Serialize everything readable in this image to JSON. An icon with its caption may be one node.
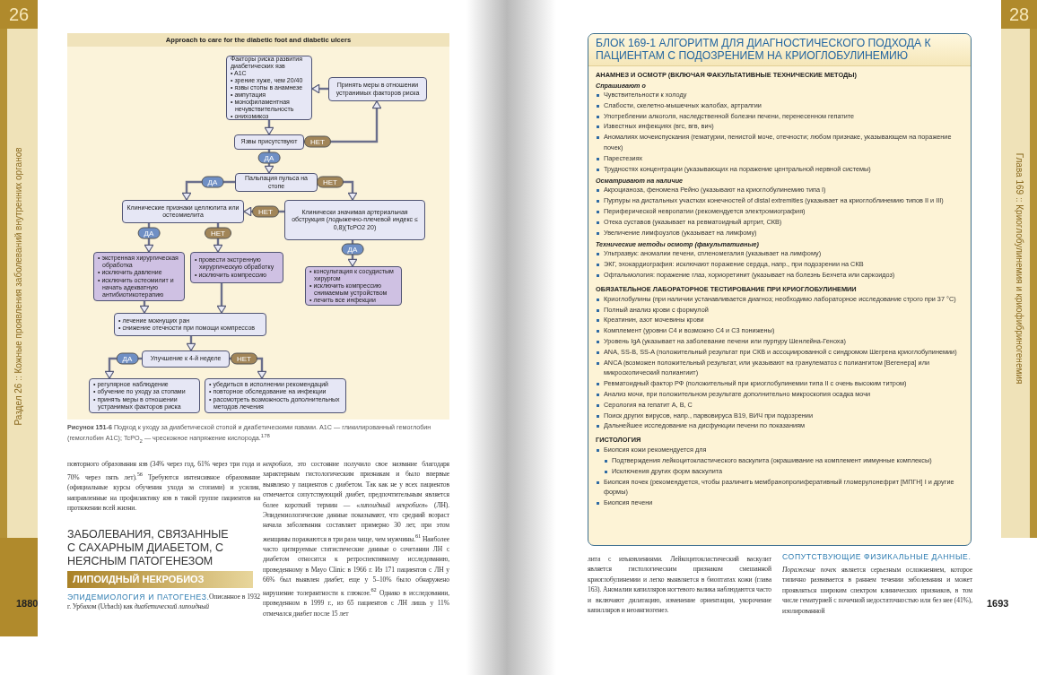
{
  "diagram": {
    "caption": "**Рисунок 151-6** Подход к уходу за диабетической стопой и диабетическими язвами. A1C — гликилированный гемоглобин (гемоглобин A1C); TcPO$_{2}$ — чрескожное напряжение кислорода.$^{178}$",
    "nodes": [
      {
        "text": [
          "Approach to care for the diabetic foot and diabetic ulcers"
        ]
      },
      {
        "text": [
          "Факторы риска развития диабетических язв",
          "• A1C",
          "• зрение хуже, чем 20/40",
          "• язвы стопы в анамнезе",
          "• ампутация",
          "• монофиламентная нечувствительность",
          "• онихомикоз"
        ],
        "in": 0
      },
      {
        "text": [
          "Принять меры в отношении устранимых факторов риска"
        ],
        "in": 0
      },
      {
        "text": [
          "Язвы присутствуют"
        ],
        "in": 0
      },
      {
        "text": [
          "Пальпация пульса на стопе"
        ],
        "in": 0
      },
      {
        "text": [
          "Клинические признаки целлюлита или остеомиелита"
        ],
        "in": 0
      },
      {
        "text": [
          "Клинически значимая артериальная обструкция (лодыжечно-плечевой индекс ≤ 0,8)(TcPO2 20)"
        ],
        "in": 0
      },
      {
        "text": [
          "• экстренная хирургическая обработка",
          "• исключить давление",
          "• исключить остеомилит и начать адекватную антибиотикотерапию"
        ],
        "in": 0
      },
      {
        "text": [
          "• провести экстренную хирургическую обработку",
          "• исключить компрессию"
        ],
        "in": 0
      },
      {
        "text": [
          "• консультация к сосудистым хирургом",
          "• исключить компрессию снимаемым устройством",
          "• лечить все инфекции"
        ],
        "in": 0
      },
      {
        "text": [
          "• лечение мокнущих ран",
          "• снижение отечности при помощи компрессов"
        ],
        "in": 0
      },
      {
        "text": [
          "Улучшение к 4-й неделе"
        ],
        "in": 0
      },
      {
        "text": [
          "• регулярное наблюдение",
          "• обучение по уходу за стопами",
          "• принять меры в отношении устранимых факторов риска"
        ],
        "in": 0
      },
      {
        "text": [
          "• убедиться в исполнении рекомендаций",
          "• повторное обследование на инфекции",
          "• рассмотреть возможность дополнительных методов лечения"
        ],
        "in": 0
      },
      {
        "text": [
          "ЛИПОИДНЫЙ НЕКРОБИОЗ"
        ]
      },
      {
        "text": [
          "БЛОК 169-1  АЛГОРИТМ ДЛЯ ДИАГНОСТИЧЕСКОГО ПОДХОДА К ПАЦИЕНТАМ С ПОДОЗРЕНИЕМ НА КРИОГЛОБУЛИНЕМИЮ",
          "АНАМНЕЗ И ОСМОТР (ВКЛЮЧАЯ ФАКУЛЬТАТИВНЫЕ ТЕХНИЧЕСКИЕ МЕТОДЫ)",
          "Спрашивают о",
          "Чувствительности к холоду",
          "Слабости, скелетно-мышечных жалобах, артралгии",
          "Употреблении алкоголя, наследственной болезни печени, перенесенном гепатите",
          "Известных инфекциях (вгс, вгв, вич)",
          "Аномалиях мочеиспускания (гематурии, пенистой моче, отечности; любом признаке, указывающем на поражение почек)",
          "Парестезиях",
          "Трудностях концентрации (указывающих на поражение центральной нервной системы)",
          "Осматривают на наличие",
          "Акроцианоза, феномена Рейно (указывают на криоглобулинемию типа I)",
          "Пурпуры на дистальных участках конечностей of distal extremities (указывает на криоглоблинемию типов II и III)",
          "Периферической невропатии (рекомендуется электромиография)",
          "Отека суставов (указывает на ревматоидный артрит, СКВ)",
          "Увеличение лимфоузлов (указывает на лимфому)",
          "Технические методы осмотр (факультативные)",
          "Ультразвук: аномалии печени, спленомегалия (указывает на лимфому)",
          "ЭКГ, эхокардиография: исключают поражение сердца, напр., при подозрении на СКВ",
          "Офтальмология: поражение глаз, хориоретинит (указывает на болезнь Бехчета или саркоидоз)",
          "ОБЯЗАТЕЛЬНОЕ ЛАБОРАТОРНОЕ ТЕСТИРОВАНИЕ ПРИ КРИОГЛОБУЛИНЕМИИ",
          "Криоглобулины (при наличии устанавливается диагноз; необходимо лабораторное исследование строго при 37 °С)",
          "Полный анализ крови с формулой",
          "Креатинин, азот мочевины крови",
          "Комплемент (уровни С4 и возможно С4 и С3 понижены)",
          "Уровень IgA (указывает на заболевание печени или пурпуру Шенлейна-Геноха)",
          "ANA, SS-B, SS-A (положительный результат при СКВ и ассоциированной с синдромом Шегрена криоглобулинемии)",
          "ANCA (возможен положительный результат, или указывают на гранулематоз с полиангитом [Вегенера] или микроскопический полиангиит)",
          "Ревматоидный фактор РФ (положительный при криоглобулинемии типа II с очень высоким титром)",
          "Анализ мочи, при положительном результате дополнительно микроскопия осадка мочи",
          "Серология на гепатит A, B, C",
          "Поиск других вирусов, напр., парвовируса B19, ВИЧ при подозрении",
          "Дальнейшее исследование на дисфункции печени по показаниям",
          "ГИСТОЛОГИЯ",
          "Биопсия кожи рекомендуется для",
          "Подтверждения лейкоцитокластического васкулита (окрашивание на комплемент иммунные комплексы)",
          "Исключения других форм васкулита",
          "Биопсия почек (рекомендуется, чтобы различить мембранопролиферативный гломерулонефрит [МПГН] I и другие формы)",
          "Биопсия печени"
        ]
      },
      {
        "text": [
          "26"
        ]
      },
      {
        "text": [
          "28"
        ]
      }
    ],
    "edges": [
      {
        "from": 2,
        "to": 1,
        "arrow": "to"
      },
      {
        "from": 1,
        "to": 3,
        "arrow": "to"
      },
      {
        "from": 3,
        "to": 2,
        "arrow": "to",
        "label": "НЕТ"
      },
      {
        "from": 3,
        "to": 4,
        "arrow": "to",
        "label": "ДА"
      },
      {
        "from": 4,
        "to": 5,
        "arrow": "to",
        "label": "ДА"
      },
      {
        "from": 4,
        "to": 6,
        "arrow": "to",
        "label": "НЕТ"
      },
      {
        "from": 6,
        "to": 5,
        "arrow": "to",
        "label": "НЕТ"
      },
      {
        "from": 5,
        "to": 7,
        "arrow": "to",
        "label": "ДА"
      },
      {
        "from": 5,
        "to": 8,
        "arrow": "to",
        "label": "НЕТ"
      },
      {
        "from": 6,
        "to": 9,
        "arrow": "to",
        "label": "ДА"
      },
      {
        "from": 7,
        "to": 10,
        "arrow": "to"
      },
      {
        "from": 8,
        "to": 10,
        "arrow": "to"
      },
      {
        "from": 10,
        "to": 11,
        "arrow": "to"
      },
      {
        "from": 11,
        "to": 12,
        "arrow": "to",
        "label": "ДА"
      },
      {
        "from": 11,
        "to": 13,
        "arrow": "to",
        "label": "НЕТ"
      }
    ],
    "labels": [
      "Раздел 26 :: Кожные проявления заболеваний внутренних органов",
      "повторного образования язв (34% через год, 61% через три года и 70% через пять лет).$^{56}$ Требуются интенсивное образование (официальные курсы обучения ухода за стопами) и усилия, направленные на профилактику язв в такой группе пациентов на протяжении всей жизни.",
      "ЗАБОЛЕВАНИЯ, СВЯЗАННЫЕ С САХАРНЫМ ДИАБЕТОМ, С НЕЯСНЫМ ПАТОГЕНЕЗОМ",
      "ЭПИДЕМИОЛОГИЯ И ПАТОГЕНЕЗ.",
      "Описанное в 1932 г. Урбахом (Urbach) как *диабетический липоидный*",
      "*некробиоз*, это состояние получило свое название благодаря характерным гистологическим признакам и было впервые выявлено у пациентов с диабетом. Так как не у всех пациентов отмечается сопутствующий диабет, предпочтительным является более короткий термин — «*липоидный некробиоз*» (ЛН). Эпидемиологические данные показывают, что средний возраст начала заболевания составляет примерно 30 лет, при этом женщины поражаются в три раза чаще, чем мужчины.$^{61}$ Наиболее часто цитируемые статистические данные о сочетании ЛН с диабетом относятся к ретроспективному исследованию, проведенному в Mayo Clinic в 1966 г. Из 171 пациентов с ЛН у 66% был выявлен диабет, еще у 5–10% было обнаружено нарушение толерантности к глюкозе.$^{62}$ Однако в исследовании, проведенном в 1999 г., из 65 пациентов с ЛН лишь у 11% отмечался диабет после 15 лет",
      "1880",
      "Глава 169 :: Криоглобулинемия и криофибриногенемия",
      "лита с изъязвлениями. Лейкоцитокластический васкулит является гистологическим признаком смешанной криоглобулинемии и легко выявляется в биоптатах кожи (глава 163). Аномалии капилляров ногтевого валика наблюдаются часто и включают дилатацию, изменение ориентации, укорочение капилляров и неоангиогенез.",
      "СОПУТСТВУЮЩИЕ ФИЗИКАЛЬНЫЕ ДАННЫЕ.",
      "*Поражение почек* является серьезным осложнением, которое типично развивается в раннем течении заболевания и может проявляться широким спектром клинических признаков, в том числе гематурией с почечной недостаточностью или без нее (41%), изолированной",
      "1693"
    ]
  }
}
